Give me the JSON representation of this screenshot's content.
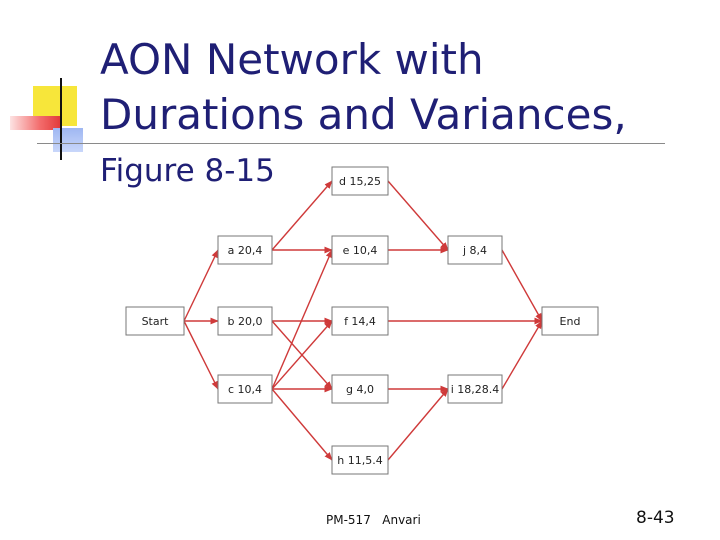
{
  "slide": {
    "title_main": "AON Network with Durations and Variances,",
    "title_suffix": "Figure 8-15",
    "footer": "PM-517   Anvari",
    "page_number": "8-43"
  },
  "diagram": {
    "nodes": [
      {
        "id": "start",
        "label": "Start"
      },
      {
        "id": "a",
        "label": "a 20,4"
      },
      {
        "id": "b",
        "label": "b 20,0"
      },
      {
        "id": "c",
        "label": "c 10,4"
      },
      {
        "id": "d",
        "label": "d 15,25"
      },
      {
        "id": "e",
        "label": "e 10,4"
      },
      {
        "id": "f",
        "label": "f 14,4"
      },
      {
        "id": "g",
        "label": "g 4,0"
      },
      {
        "id": "h",
        "label": "h 11,5.4"
      },
      {
        "id": "j",
        "label": "j 8,4"
      },
      {
        "id": "i",
        "label": "i 18,28.4"
      },
      {
        "id": "end",
        "label": "End"
      }
    ],
    "edges": [
      [
        "start",
        "a"
      ],
      [
        "start",
        "b"
      ],
      [
        "start",
        "c"
      ],
      [
        "a",
        "d"
      ],
      [
        "a",
        "e"
      ],
      [
        "b",
        "f"
      ],
      [
        "c",
        "e"
      ],
      [
        "c",
        "f"
      ],
      [
        "c",
        "g"
      ],
      [
        "c",
        "h"
      ],
      [
        "b",
        "g"
      ],
      [
        "d",
        "j"
      ],
      [
        "e",
        "j"
      ],
      [
        "g",
        "i"
      ],
      [
        "h",
        "i"
      ],
      [
        "j",
        "end"
      ],
      [
        "f",
        "end"
      ],
      [
        "i",
        "end"
      ]
    ]
  }
}
